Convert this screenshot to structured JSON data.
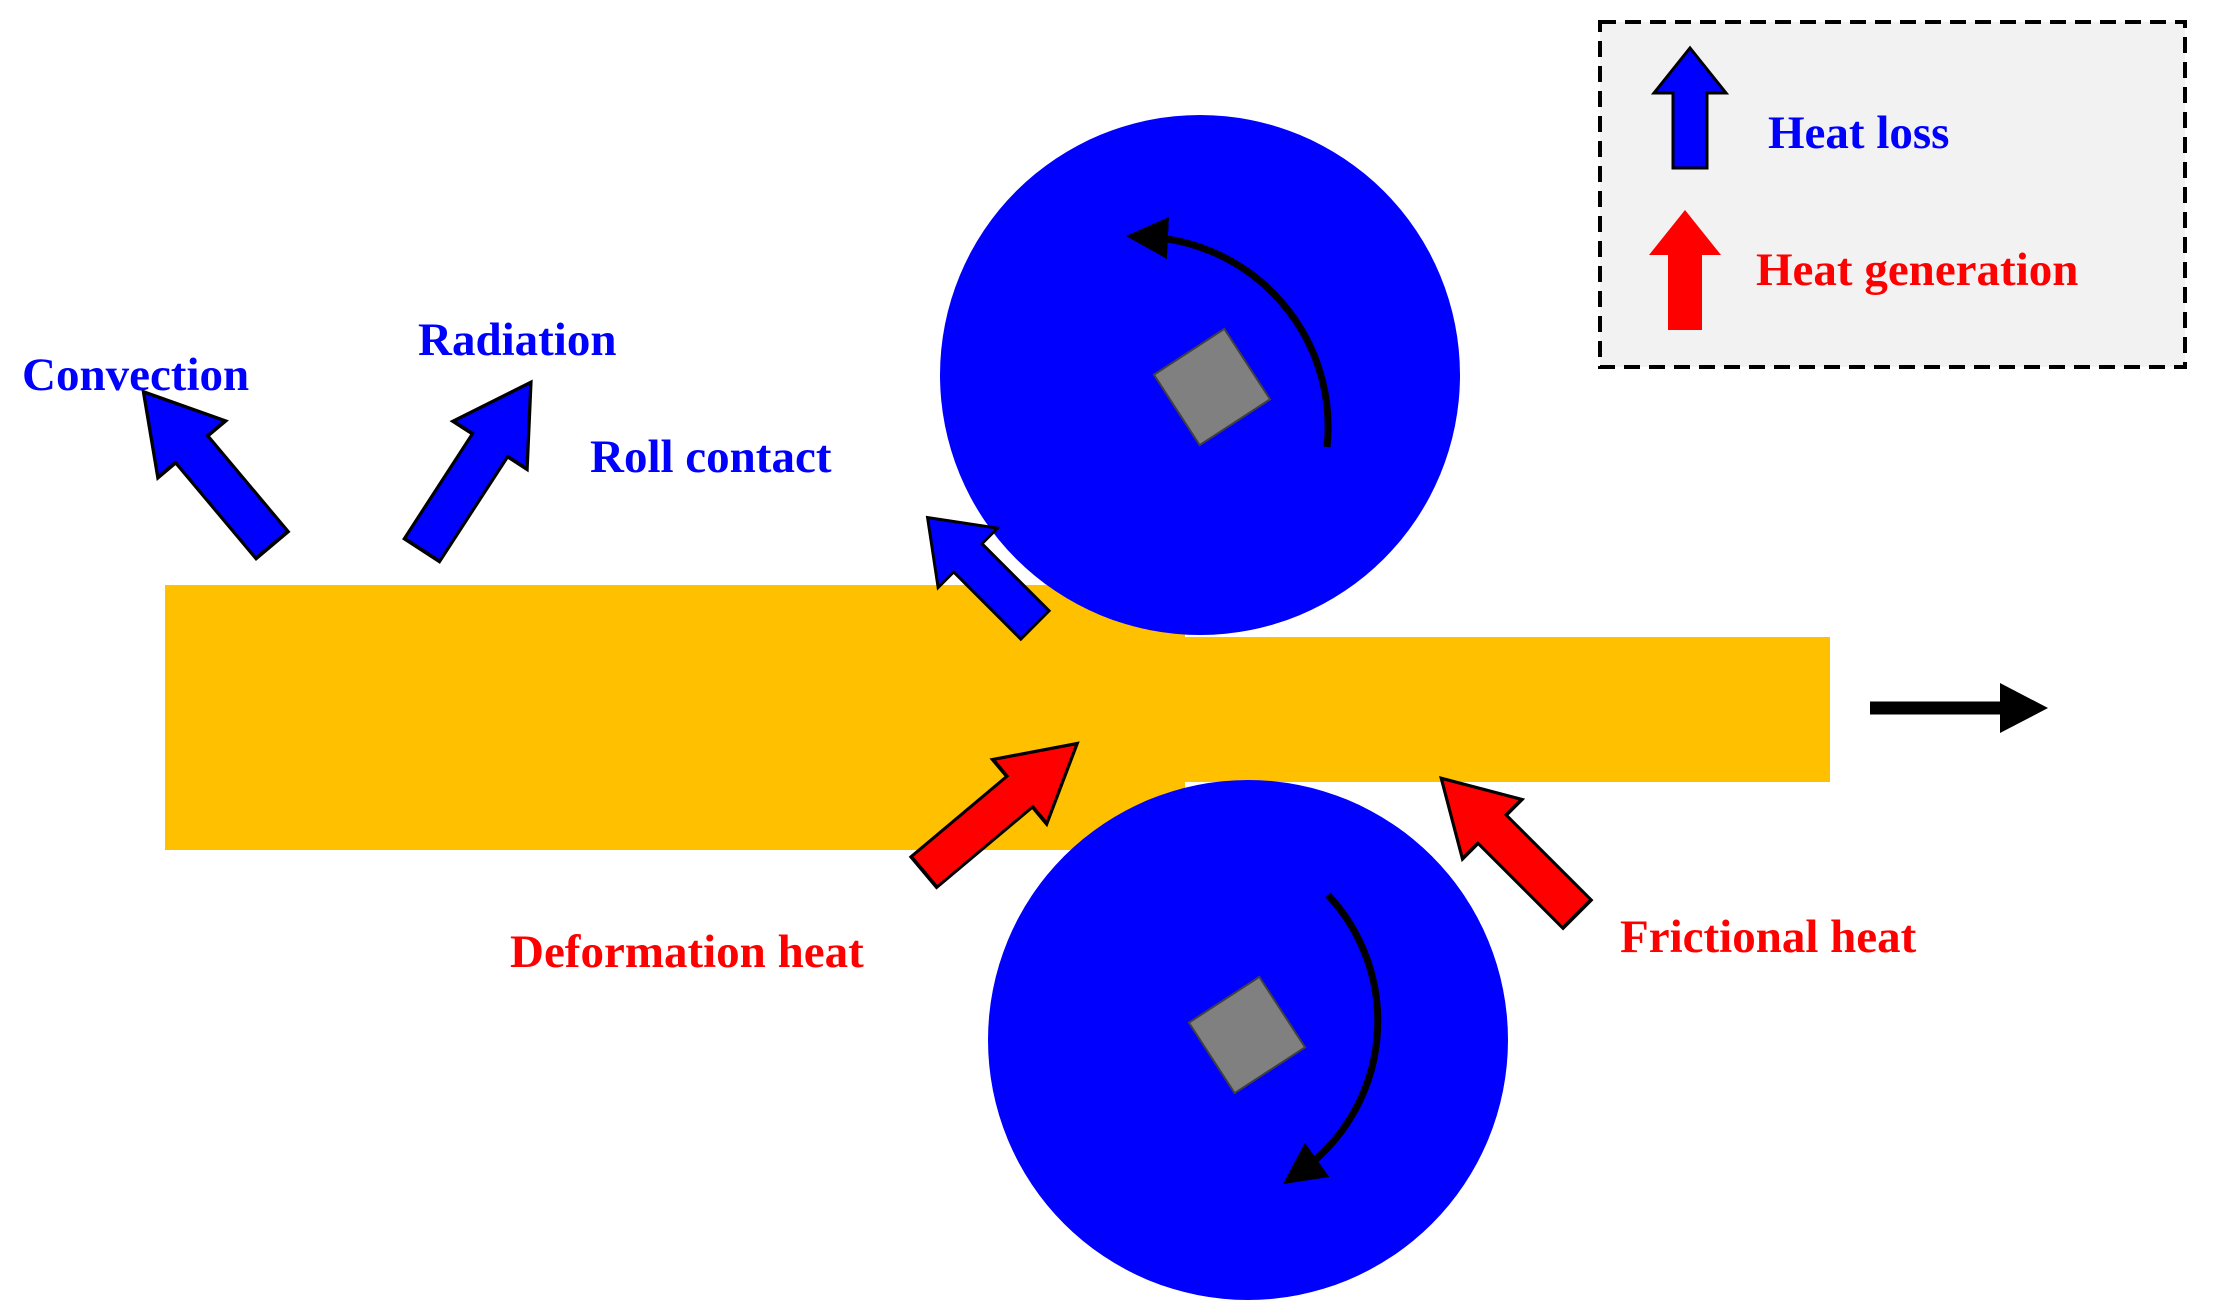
{
  "labels": {
    "convection": "Convection",
    "radiation": "Radiation",
    "roll_contact": "Roll contact",
    "deformation_heat": "Deformation heat",
    "frictional_heat": "Frictional heat"
  },
  "legend": {
    "heat_loss": "Heat loss",
    "heat_generation": "Heat generation"
  },
  "colors": {
    "heat_loss": "#0000ff",
    "heat_generation": "#ff0000",
    "strip": "#ffc000",
    "roll": "#0000ff",
    "roll_axle": "#808080",
    "legend_background": "#f2f2f2",
    "rolling_direction_arrow": "#000000"
  },
  "icons": {
    "heat_loss": "blue-block-arrow",
    "heat_generation": "red-block-arrow",
    "roll_rotation": "curved-arrow",
    "rolling_direction": "right-arrow"
  }
}
